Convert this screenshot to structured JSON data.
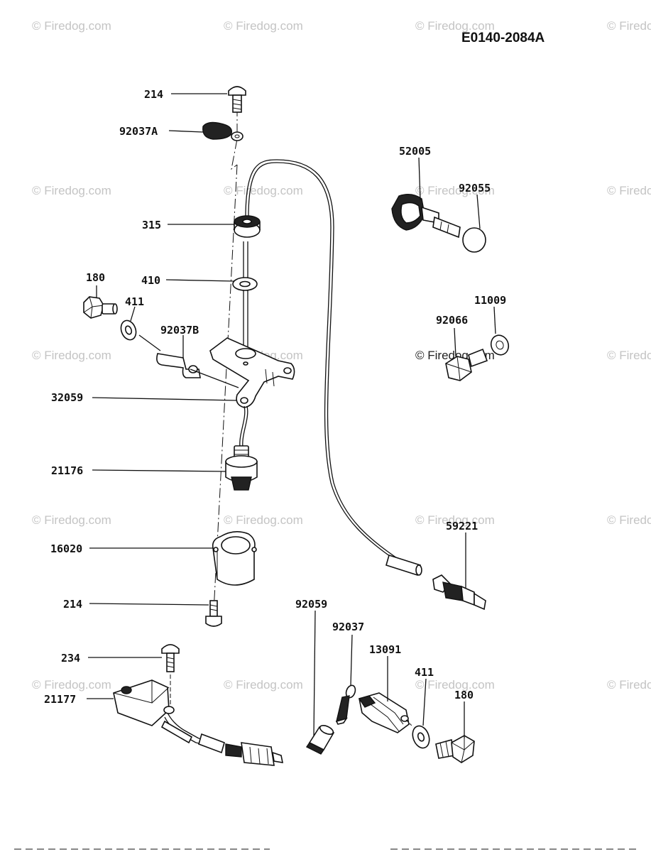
{
  "diagram_code": "E0140-2084A",
  "watermark": "© Firedog.com",
  "parts": [
    {
      "id": "p214a",
      "number": "214"
    },
    {
      "id": "p92037a",
      "number": "92037A"
    },
    {
      "id": "p315",
      "number": "315"
    },
    {
      "id": "p410",
      "number": "410"
    },
    {
      "id": "p180a",
      "number": "180"
    },
    {
      "id": "p411a",
      "number": "411"
    },
    {
      "id": "p92037b",
      "number": "92037B"
    },
    {
      "id": "p32059",
      "number": "32059"
    },
    {
      "id": "p21176",
      "number": "21176"
    },
    {
      "id": "p16020",
      "number": "16020"
    },
    {
      "id": "p214b",
      "number": "214"
    },
    {
      "id": "p234",
      "number": "234"
    },
    {
      "id": "p21177",
      "number": "21177"
    },
    {
      "id": "p52005",
      "number": "52005"
    },
    {
      "id": "p92055",
      "number": "92055"
    },
    {
      "id": "p11009",
      "number": "11009"
    },
    {
      "id": "p92066",
      "number": "92066"
    },
    {
      "id": "p59221",
      "number": "59221"
    },
    {
      "id": "p92059",
      "number": "92059"
    },
    {
      "id": "p92037",
      "number": "92037"
    },
    {
      "id": "p13091",
      "number": "13091"
    },
    {
      "id": "p411b",
      "number": "411"
    },
    {
      "id": "p180b",
      "number": "180"
    }
  ]
}
